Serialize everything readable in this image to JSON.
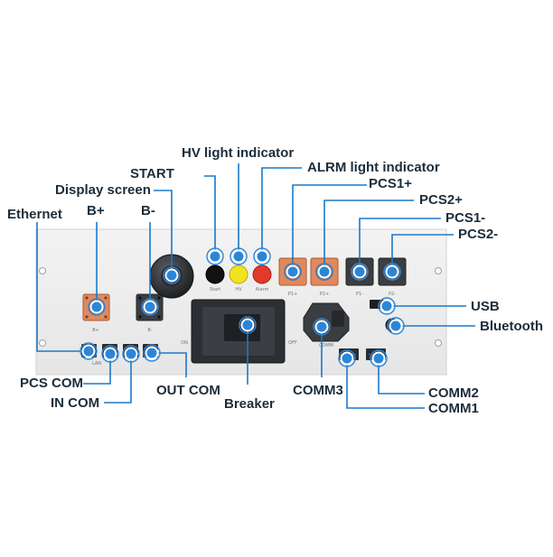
{
  "labels": {
    "hv_light_indicator": "HV light indicator",
    "start": "START",
    "alrm_light_indicator": "ALRM light indicator",
    "pcs1_plus": "PCS1+",
    "display_screen": "Display screen",
    "pcs2_plus": "PCS2+",
    "ethernet": "Ethernet",
    "b_plus": "B+",
    "b_minus": "B-",
    "pcs1_minus": "PCS1-",
    "pcs2_minus": "PCS2-",
    "usb": "USB",
    "bluetooth": "Bluetooth",
    "pcs_com": "PCS COM",
    "out_com": "OUT COM",
    "breaker": "Breaker",
    "comm3": "COMM3",
    "comm2": "COMM2",
    "in_com": "IN COM",
    "comm1": "COMM1"
  },
  "panel_print": {
    "b_plus": "B+",
    "b_minus": "B-",
    "start": "Start",
    "hv": "HV",
    "alarm": "Alarm",
    "p1_plus": "P1+",
    "p2_plus": "P2+",
    "p1_minus": "P1-",
    "p2_minus": "P2-",
    "on": "ON",
    "off": "OFF",
    "comm": "COMM",
    "lan": "LAN"
  },
  "colors": {
    "label_text": "#1d2d3a",
    "callout": "#1c78c9",
    "panel": "#ededed",
    "copper": "#e08a5c",
    "dark_terminal": "#3a3d41",
    "start_button": "#111111",
    "hv_light": "#f2e21e",
    "alarm_light": "#e23a2a"
  }
}
